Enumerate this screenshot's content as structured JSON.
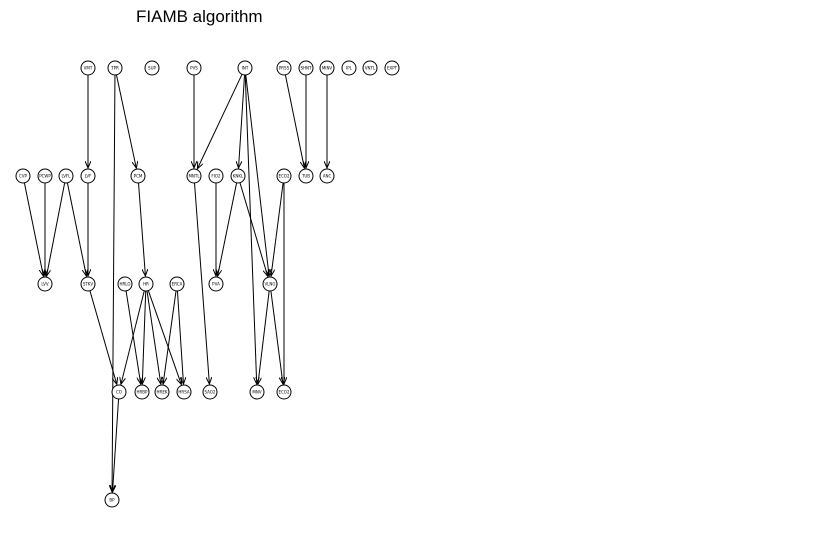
{
  "title": "FIAMB algorithm",
  "nodes": [
    {
      "id": "VMT",
      "label": "VMT"
    },
    {
      "id": "TPR",
      "label": "TPR"
    },
    {
      "id": "SUP",
      "label": "SUP"
    },
    {
      "id": "PVS",
      "label": "PVS"
    },
    {
      "id": "INT",
      "label": "INT"
    },
    {
      "id": "PRSS",
      "label": "PRSS"
    },
    {
      "id": "SHNT",
      "label": "SHNT"
    },
    {
      "id": "MINV",
      "label": "MINV"
    },
    {
      "id": "IPL",
      "label": "IPL"
    },
    {
      "id": "VNTL",
      "label": "VNTL"
    },
    {
      "id": "EXPT",
      "label": "EXPT"
    },
    {
      "id": "CVP",
      "label": "CVP"
    },
    {
      "id": "PCWP",
      "label": "PCWP"
    },
    {
      "id": "LVFL",
      "label": "LVFL"
    },
    {
      "id": "LVF",
      "label": "LVF"
    },
    {
      "id": "PCM",
      "label": "PCM"
    },
    {
      "id": "MNTL",
      "label": "MNTL"
    },
    {
      "id": "FIO2",
      "label": "FIO2"
    },
    {
      "id": "KNKL",
      "label": "KNKL"
    },
    {
      "id": "ECO2",
      "label": "ECO2"
    },
    {
      "id": "TUB",
      "label": "TUB"
    },
    {
      "id": "ANC",
      "label": "ANC"
    },
    {
      "id": "LVV",
      "label": "LVV"
    },
    {
      "id": "STKV",
      "label": "STKV"
    },
    {
      "id": "HRLO",
      "label": "HRLO"
    },
    {
      "id": "HR",
      "label": "HR"
    },
    {
      "id": "ERCA",
      "label": "ERCA"
    },
    {
      "id": "PVA",
      "label": "PVA"
    },
    {
      "id": "VLNG",
      "label": "VLNG"
    },
    {
      "id": "CO",
      "label": "CO"
    },
    {
      "id": "HRBP",
      "label": "HRBP"
    },
    {
      "id": "HREK",
      "label": "HREK"
    },
    {
      "id": "HRSA",
      "label": "HRSA"
    },
    {
      "id": "SAO2",
      "label": "SAO2"
    },
    {
      "id": "MNV",
      "label": "MNV"
    },
    {
      "id": "ECO2B",
      "label": "ECO2"
    },
    {
      "id": "BP",
      "label": "BP"
    }
  ],
  "edges": [
    [
      "VMT",
      "LVF"
    ],
    [
      "TPR",
      "PCM"
    ],
    [
      "TPR",
      "BP"
    ],
    [
      "PVS",
      "MNTL"
    ],
    [
      "INT",
      "MNTL"
    ],
    [
      "INT",
      "KNKL"
    ],
    [
      "INT",
      "VLNG"
    ],
    [
      "INT",
      "MNV"
    ],
    [
      "PRSS",
      "TUB"
    ],
    [
      "SHNT",
      "TUB"
    ],
    [
      "MINV",
      "ANC"
    ],
    [
      "CVP",
      "LVV"
    ],
    [
      "PCWP",
      "LVV"
    ],
    [
      "LVFL",
      "LVV"
    ],
    [
      "LVFL",
      "STKV"
    ],
    [
      "LVF",
      "STKV"
    ],
    [
      "PCM",
      "HR"
    ],
    [
      "MNTL",
      "SAO2"
    ],
    [
      "FIO2",
      "PVA"
    ],
    [
      "KNKL",
      "PVA"
    ],
    [
      "KNKL",
      "VLNG"
    ],
    [
      "ECO2",
      "VLNG"
    ],
    [
      "ECO2",
      "ECO2B"
    ],
    [
      "STKV",
      "CO"
    ],
    [
      "HRLO",
      "HRBP"
    ],
    [
      "HR",
      "CO"
    ],
    [
      "HR",
      "HRBP"
    ],
    [
      "HR",
      "HREK"
    ],
    [
      "HR",
      "HRSA"
    ],
    [
      "ERCA",
      "HREK"
    ],
    [
      "ERCA",
      "HRSA"
    ],
    [
      "VLNG",
      "MNV"
    ],
    [
      "VLNG",
      "ECO2B"
    ],
    [
      "CO",
      "BP"
    ]
  ]
}
